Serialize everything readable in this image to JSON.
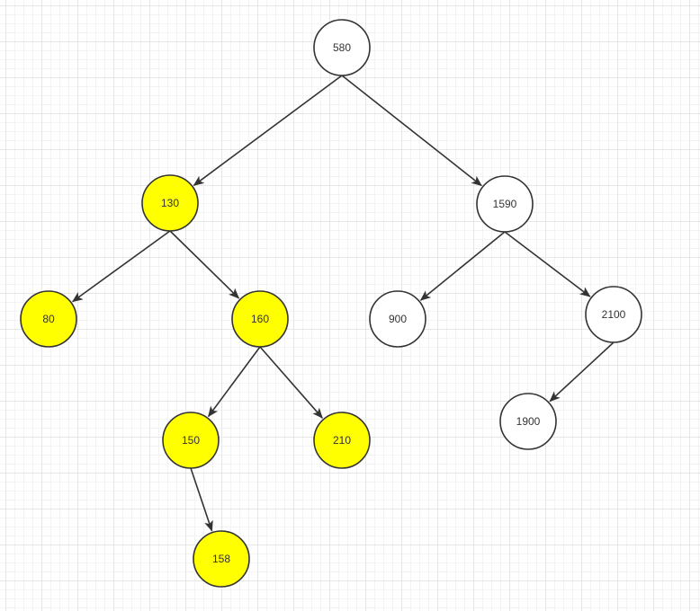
{
  "diagram": {
    "type": "binary-search-tree",
    "colors": {
      "highlight_fill": "#ffff00",
      "normal_fill": "#ffffff",
      "stroke": "#333333",
      "edge": "#333333"
    },
    "nodes": [
      {
        "id": "n580",
        "label": "580",
        "highlighted": false
      },
      {
        "id": "n130",
        "label": "130",
        "highlighted": true
      },
      {
        "id": "n1590",
        "label": "1590",
        "highlighted": false
      },
      {
        "id": "n80",
        "label": "80",
        "highlighted": true
      },
      {
        "id": "n160",
        "label": "160",
        "highlighted": true
      },
      {
        "id": "n900",
        "label": "900",
        "highlighted": false
      },
      {
        "id": "n2100",
        "label": "2100",
        "highlighted": false
      },
      {
        "id": "n150",
        "label": "150",
        "highlighted": true
      },
      {
        "id": "n210",
        "label": "210",
        "highlighted": true
      },
      {
        "id": "n1900",
        "label": "1900",
        "highlighted": false
      },
      {
        "id": "n158",
        "label": "158",
        "highlighted": true
      }
    ],
    "edges": [
      {
        "from": "n580",
        "to": "n130"
      },
      {
        "from": "n580",
        "to": "n1590"
      },
      {
        "from": "n130",
        "to": "n80"
      },
      {
        "from": "n130",
        "to": "n160"
      },
      {
        "from": "n1590",
        "to": "n900"
      },
      {
        "from": "n1590",
        "to": "n2100"
      },
      {
        "from": "n160",
        "to": "n150"
      },
      {
        "from": "n160",
        "to": "n210"
      },
      {
        "from": "n2100",
        "to": "n1900"
      },
      {
        "from": "n150",
        "to": "n158"
      }
    ]
  }
}
